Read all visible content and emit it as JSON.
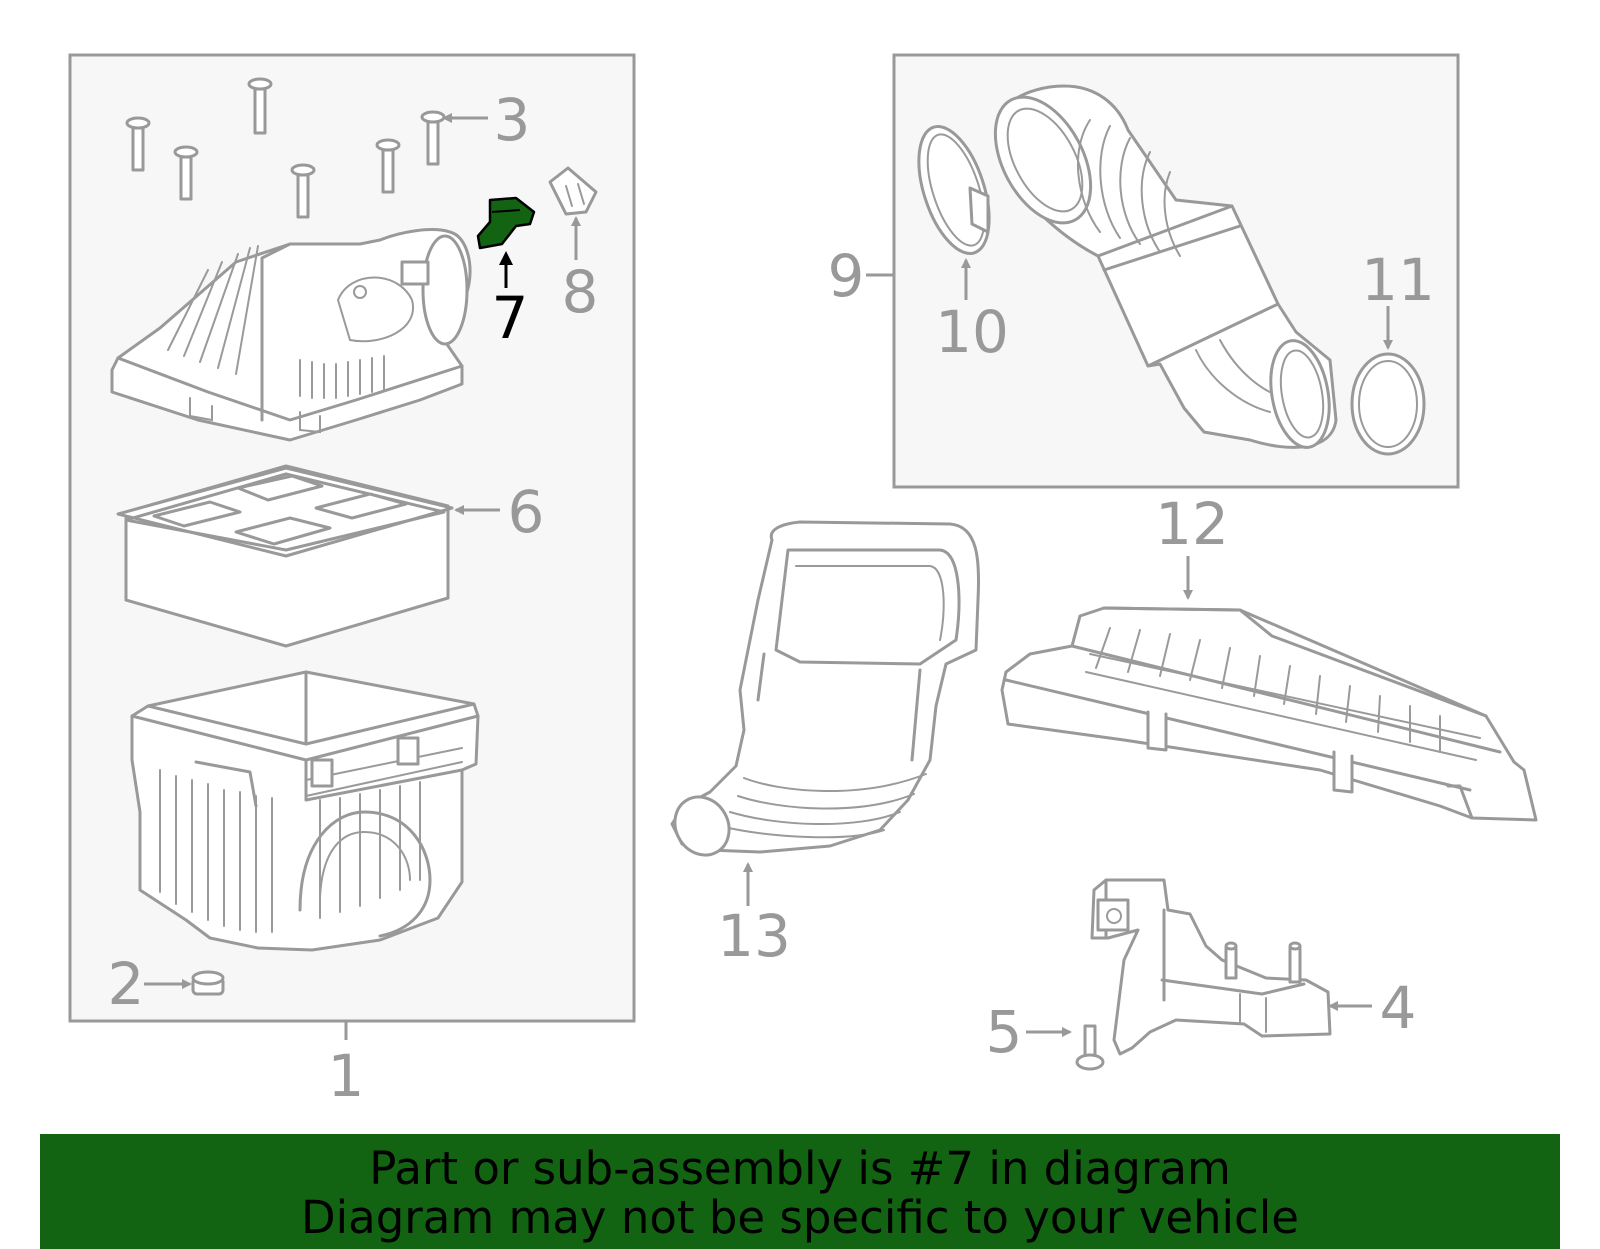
{
  "callouts": {
    "c1": "1",
    "c2": "2",
    "c3": "3",
    "c4": "4",
    "c5": "5",
    "c6": "6",
    "c7": "7",
    "c8": "8",
    "c9": "9",
    "c10": "10",
    "c11": "11",
    "c12": "12",
    "c13": "13"
  },
  "highlight": {
    "part": "7",
    "color": "#136412"
  },
  "banner": {
    "line1": "Part or sub-assembly is #7 in diagram",
    "line2": "Diagram may not be specific to your vehicle"
  },
  "colors": {
    "line": "#999999",
    "panel": "#f7f7f7",
    "banner_bg": "#136412"
  }
}
